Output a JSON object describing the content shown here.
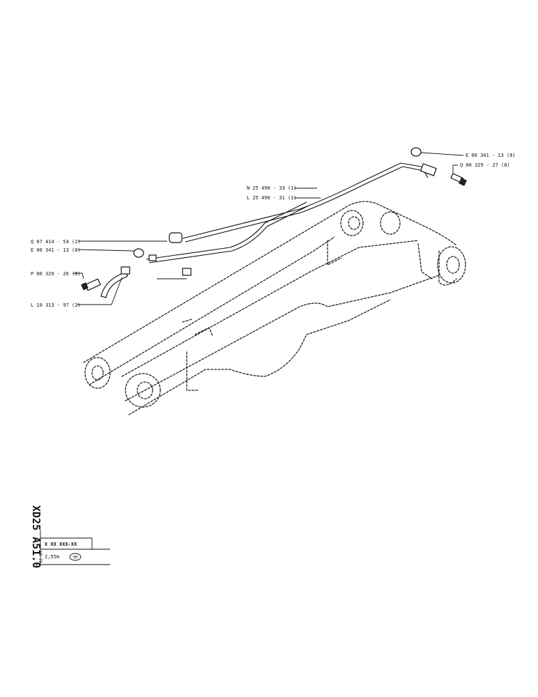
{
  "callouts": [
    {
      "id": "e-00-341-13-right",
      "text": "E 00 341 - 13 (8)"
    },
    {
      "id": "q-00-329-27",
      "text": "Q 00 329 - 27 (8)"
    },
    {
      "id": "n-25-490-33",
      "text": "N 25 490 - 33 (1)"
    },
    {
      "id": "l-25-490-31",
      "text": "L 25 490 - 31 (1)"
    },
    {
      "id": "q-07-414-54",
      "text": "Q 07 414 - 54 (2)"
    },
    {
      "id": "e-00-341-13-left",
      "text": "E 00 341 - 13 (8)"
    },
    {
      "id": "p-00-329-26",
      "text": "P 00 329 - 26 (8)"
    },
    {
      "id": "l-10-313-97",
      "text": "L 10 313 - 97 (2)"
    }
  ],
  "title_block": {
    "drawing_code": "XD25 A51.0",
    "date": "10-75",
    "part_number": "X XX XXX-XX",
    "boom_length": "2,55m",
    "option_badge": "OH"
  }
}
